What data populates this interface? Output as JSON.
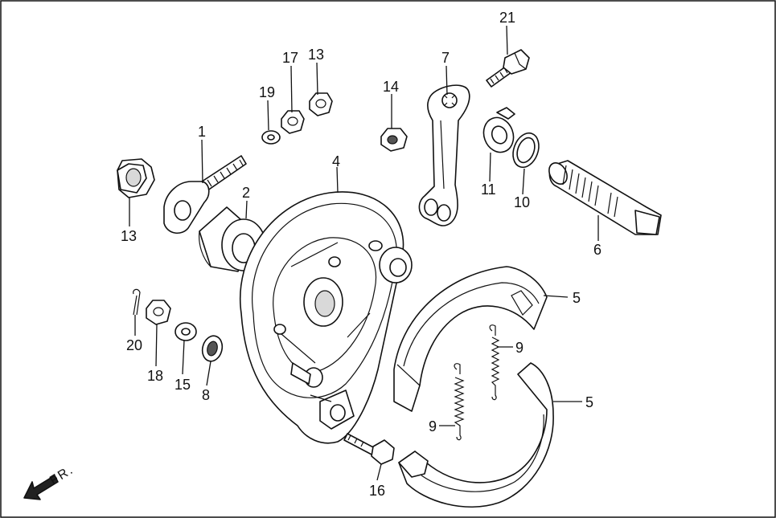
{
  "diagram": {
    "frame_label": "FR.",
    "callouts": [
      {
        "id": "c1",
        "text": "1"
      },
      {
        "id": "c2",
        "text": "2"
      },
      {
        "id": "c4",
        "text": "4"
      },
      {
        "id": "c5a",
        "text": "5"
      },
      {
        "id": "c5b",
        "text": "5"
      },
      {
        "id": "c6",
        "text": "6"
      },
      {
        "id": "c7",
        "text": "7"
      },
      {
        "id": "c8",
        "text": "8"
      },
      {
        "id": "c9a",
        "text": "9"
      },
      {
        "id": "c9b",
        "text": "9"
      },
      {
        "id": "c10",
        "text": "10"
      },
      {
        "id": "c11",
        "text": "11"
      },
      {
        "id": "c13a",
        "text": "13"
      },
      {
        "id": "c13b",
        "text": "13"
      },
      {
        "id": "c14",
        "text": "14"
      },
      {
        "id": "c15",
        "text": "15"
      },
      {
        "id": "c16",
        "text": "16"
      },
      {
        "id": "c17",
        "text": "17"
      },
      {
        "id": "c18",
        "text": "18"
      },
      {
        "id": "c19",
        "text": "19"
      },
      {
        "id": "c20",
        "text": "20"
      },
      {
        "id": "c21",
        "text": "21"
      }
    ]
  }
}
